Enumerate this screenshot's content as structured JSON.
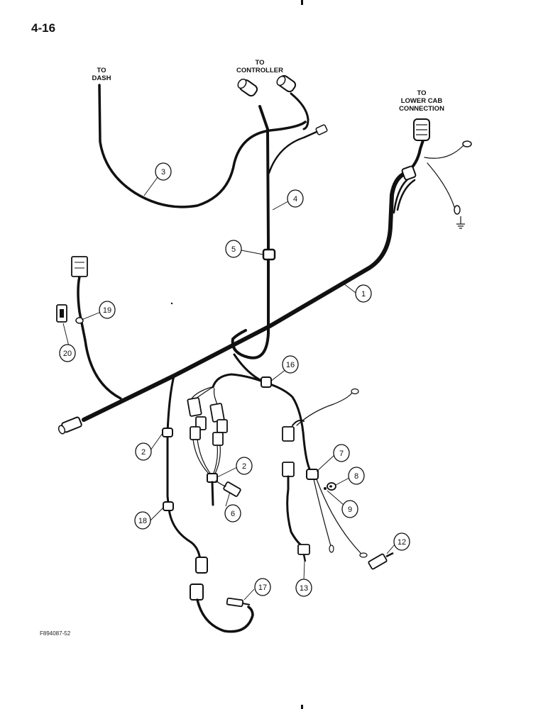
{
  "page_number": "4-16",
  "figure_code": "F894087-52",
  "labels": {
    "to_dash": [
      "TO",
      "DASH"
    ],
    "to_controller": [
      "TO",
      "CONTROLLER"
    ],
    "to_lower_cab": [
      "TO",
      "LOWER CAB",
      "CONNECTION"
    ]
  },
  "callouts": {
    "c1": "1",
    "c2a": "2",
    "c2b": "2",
    "c3": "3",
    "c4": "4",
    "c5": "5",
    "c6": "6",
    "c7": "7",
    "c8": "8",
    "c9": "9",
    "c12": "12",
    "c13": "13",
    "c16": "16",
    "c17": "17",
    "c18": "18",
    "c19": "19",
    "c20": "20"
  }
}
